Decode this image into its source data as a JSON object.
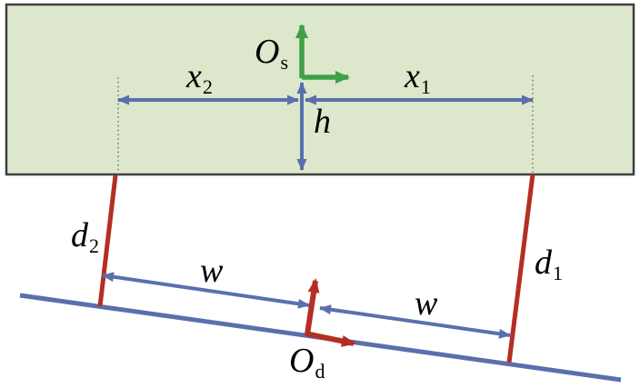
{
  "labels": {
    "os": {
      "main": "O",
      "sub": "s"
    },
    "x2": {
      "main": "x",
      "sub": "2"
    },
    "x1": {
      "main": "x",
      "sub": "1"
    },
    "h": {
      "main": "h"
    },
    "d2": {
      "main": "d",
      "sub": "2"
    },
    "d1": {
      "main": "d",
      "sub": "1"
    },
    "w_left": {
      "main": "w"
    },
    "w_right": {
      "main": "w"
    },
    "od": {
      "main": "O",
      "sub": "d"
    }
  },
  "colors": {
    "background": "#ffffff",
    "box_fill": "#dde7cb",
    "box_border": "#3f3f3f",
    "arrow_blue": "#5a6fad",
    "axis_green": "#3fa047",
    "line_red": "#b42e24",
    "dotted_gray": "#6b7487",
    "text": "#000000"
  }
}
